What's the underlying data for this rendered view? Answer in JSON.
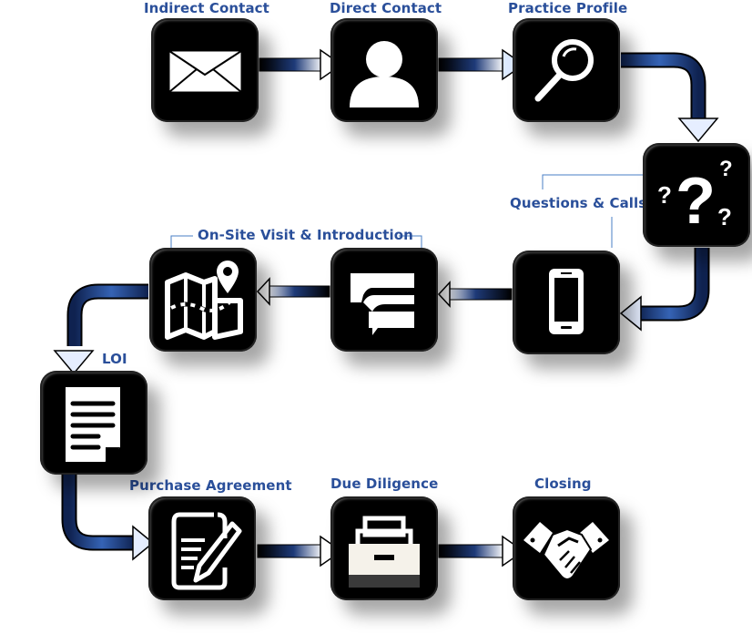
{
  "diagram": {
    "title": "Practice acquisition process flow",
    "accent_color": "#2a4f9a",
    "arrow_color": "#1e3a78",
    "steps": [
      {
        "id": "indirect-contact",
        "label": "Indirect Contact",
        "icon": "envelope-icon"
      },
      {
        "id": "direct-contact",
        "label": "Direct Contact",
        "icon": "person-icon"
      },
      {
        "id": "practice-profile",
        "label": "Practice Profile",
        "icon": "magnifying-glass-icon"
      },
      {
        "id": "questions",
        "label": "",
        "icon": "question-marks-icon"
      },
      {
        "id": "calls",
        "label": "",
        "icon": "smartphone-icon"
      },
      {
        "id": "chat",
        "label": "",
        "icon": "chat-bubbles-icon"
      },
      {
        "id": "visit",
        "label": "",
        "icon": "map-pin-icon"
      },
      {
        "id": "loi",
        "label": "LOI",
        "icon": "document-icon"
      },
      {
        "id": "purchase-agreement",
        "label": "Purchase Agreement",
        "icon": "sign-document-icon"
      },
      {
        "id": "due-diligence",
        "label": "Due Diligence",
        "icon": "file-drawer-icon"
      },
      {
        "id": "closing",
        "label": "Closing",
        "icon": "handshake-icon"
      }
    ],
    "group_labels": {
      "questions_calls": "Questions & Calls",
      "onsite_visit": "On-Site Visit & Introduction"
    }
  }
}
